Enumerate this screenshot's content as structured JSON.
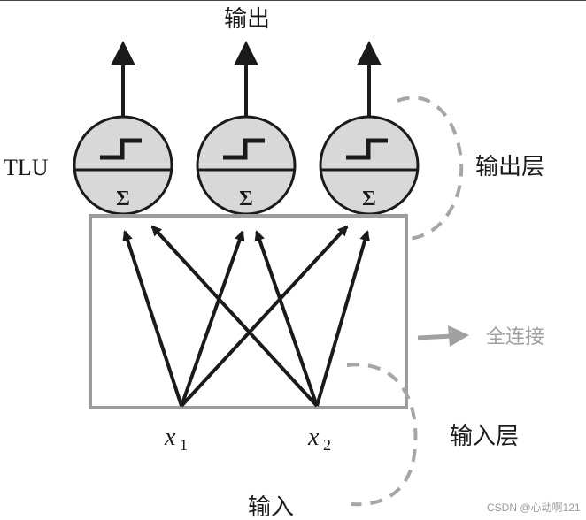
{
  "labels": {
    "output_top": "输出",
    "tlu": "TLU",
    "output_layer": "输出层",
    "full_connection": "全连接",
    "input_layer": "输入层",
    "input_bottom": "输入",
    "sigma": "Σ",
    "x1_base": "x",
    "x1_sub": "1",
    "x2_base": "x",
    "x2_sub": "2"
  },
  "watermark": "CSDN @心动啊121",
  "colors": {
    "ink": "#1a1a1a",
    "neuron_fill": "#d8d8d8",
    "box_stroke": "#9c9c9c",
    "dashed": "#a6a6a6"
  }
}
